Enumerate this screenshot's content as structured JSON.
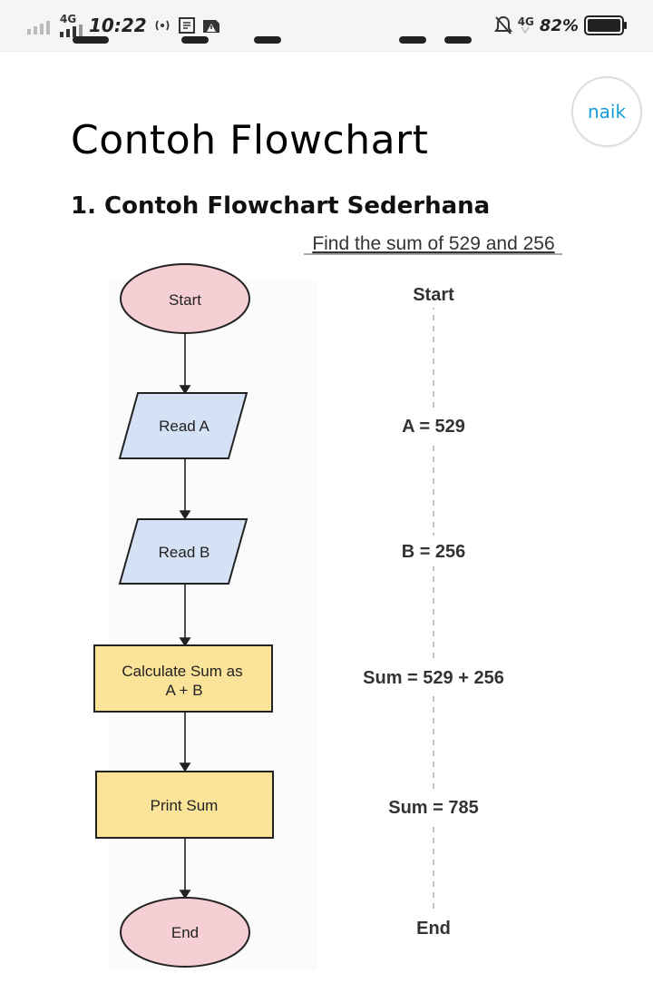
{
  "status_bar": {
    "network_label": "4G",
    "time": "10:22",
    "network_label_right": "4G",
    "battery_percent": "82%"
  },
  "article": {
    "title": "Contoh Flowchart",
    "subtitle": "1. Contoh Flowchart Sederhana",
    "scroll_top_button": "naik"
  },
  "figure": {
    "caption": "Find the sum of 529 and 256",
    "shapes": [
      {
        "type": "oval",
        "label": "Start"
      },
      {
        "type": "parallelogram",
        "label": "Read A"
      },
      {
        "type": "parallelogram",
        "label": "Read B"
      },
      {
        "type": "rect",
        "label_line1": "Calculate Sum as",
        "label_line2": "A + B"
      },
      {
        "type": "rect",
        "label": "Print Sum"
      },
      {
        "type": "oval",
        "label": "End"
      }
    ],
    "trace": [
      "Start",
      "A = 529",
      "B = 256",
      "Sum = 529 + 256",
      "Sum = 785",
      "End"
    ],
    "colors": {
      "oval_fill": "#f5cfd3",
      "parallelogram_fill": "#d5e1f4",
      "rect_fill": "#fbe39a",
      "stroke": "#222222"
    }
  }
}
